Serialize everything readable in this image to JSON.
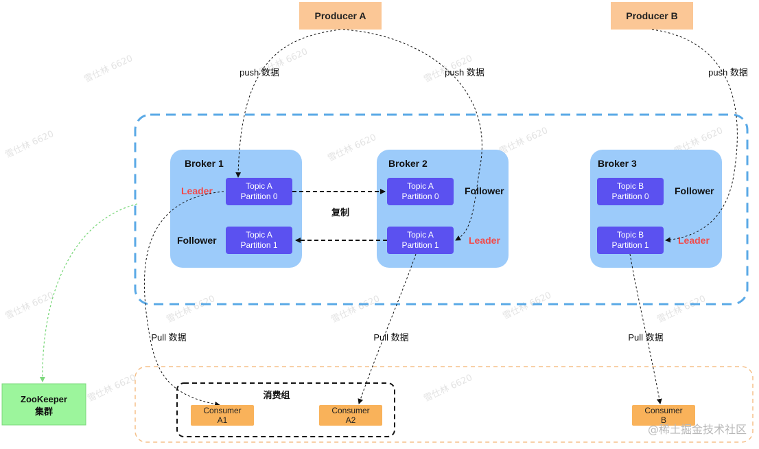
{
  "producers": [
    {
      "label": "Producer A"
    },
    {
      "label": "Producer B"
    }
  ],
  "brokers": [
    {
      "label": "Broker 1"
    },
    {
      "label": "Broker 2"
    },
    {
      "label": "Broker 3"
    }
  ],
  "partitions": {
    "b1_p0": {
      "line1": "Topic A",
      "line2": "Partition 0"
    },
    "b1_p1": {
      "line1": "Topic A",
      "line2": "Partition 1"
    },
    "b2_p0": {
      "line1": "Topic A",
      "line2": "Partition 0"
    },
    "b2_p1": {
      "line1": "Topic A",
      "line2": "Partition 1"
    },
    "b3_p0": {
      "line1": "Topic B",
      "line2": "Partition 0"
    },
    "b3_p1": {
      "line1": "Topic B",
      "line2": "Partition 1"
    }
  },
  "roles": {
    "b1_leader": "Leader",
    "b1_follower": "Follower",
    "b2_follower": "Follower",
    "b2_leader": "Leader",
    "b3_follower": "Follower",
    "b3_leader": "Leader"
  },
  "replicate_label": "复制",
  "push_labels": [
    "push 数据",
    "push 数据",
    "push 数据"
  ],
  "pull_labels": [
    "Pull 数据",
    "Pull 数据",
    "Pull 数据"
  ],
  "consumer_group_label": "消费组",
  "consumers": {
    "a1": {
      "line1": "Consumer",
      "line2": "A1"
    },
    "a2": {
      "line1": "Consumer",
      "line2": "A2"
    },
    "b": {
      "line1": "Consumer",
      "line2": "B"
    }
  },
  "zookeeper": {
    "line1": "ZooKeeper",
    "line2": "集群"
  },
  "watermark_corner": "@稀土掘金技术社区",
  "watermark_tile": "雪仕林 6620",
  "colors": {
    "producer": "#fbc796",
    "broker": "#9ccbfa",
    "partition": "#5b51f0",
    "consumer": "#f9b25a",
    "zookeeper": "#9cf59c",
    "leader": "#f14b4b",
    "cluster_border": "#5aa9e6",
    "consumer_area_border": "#f5c08a",
    "zk_line": "#7dd87d"
  }
}
